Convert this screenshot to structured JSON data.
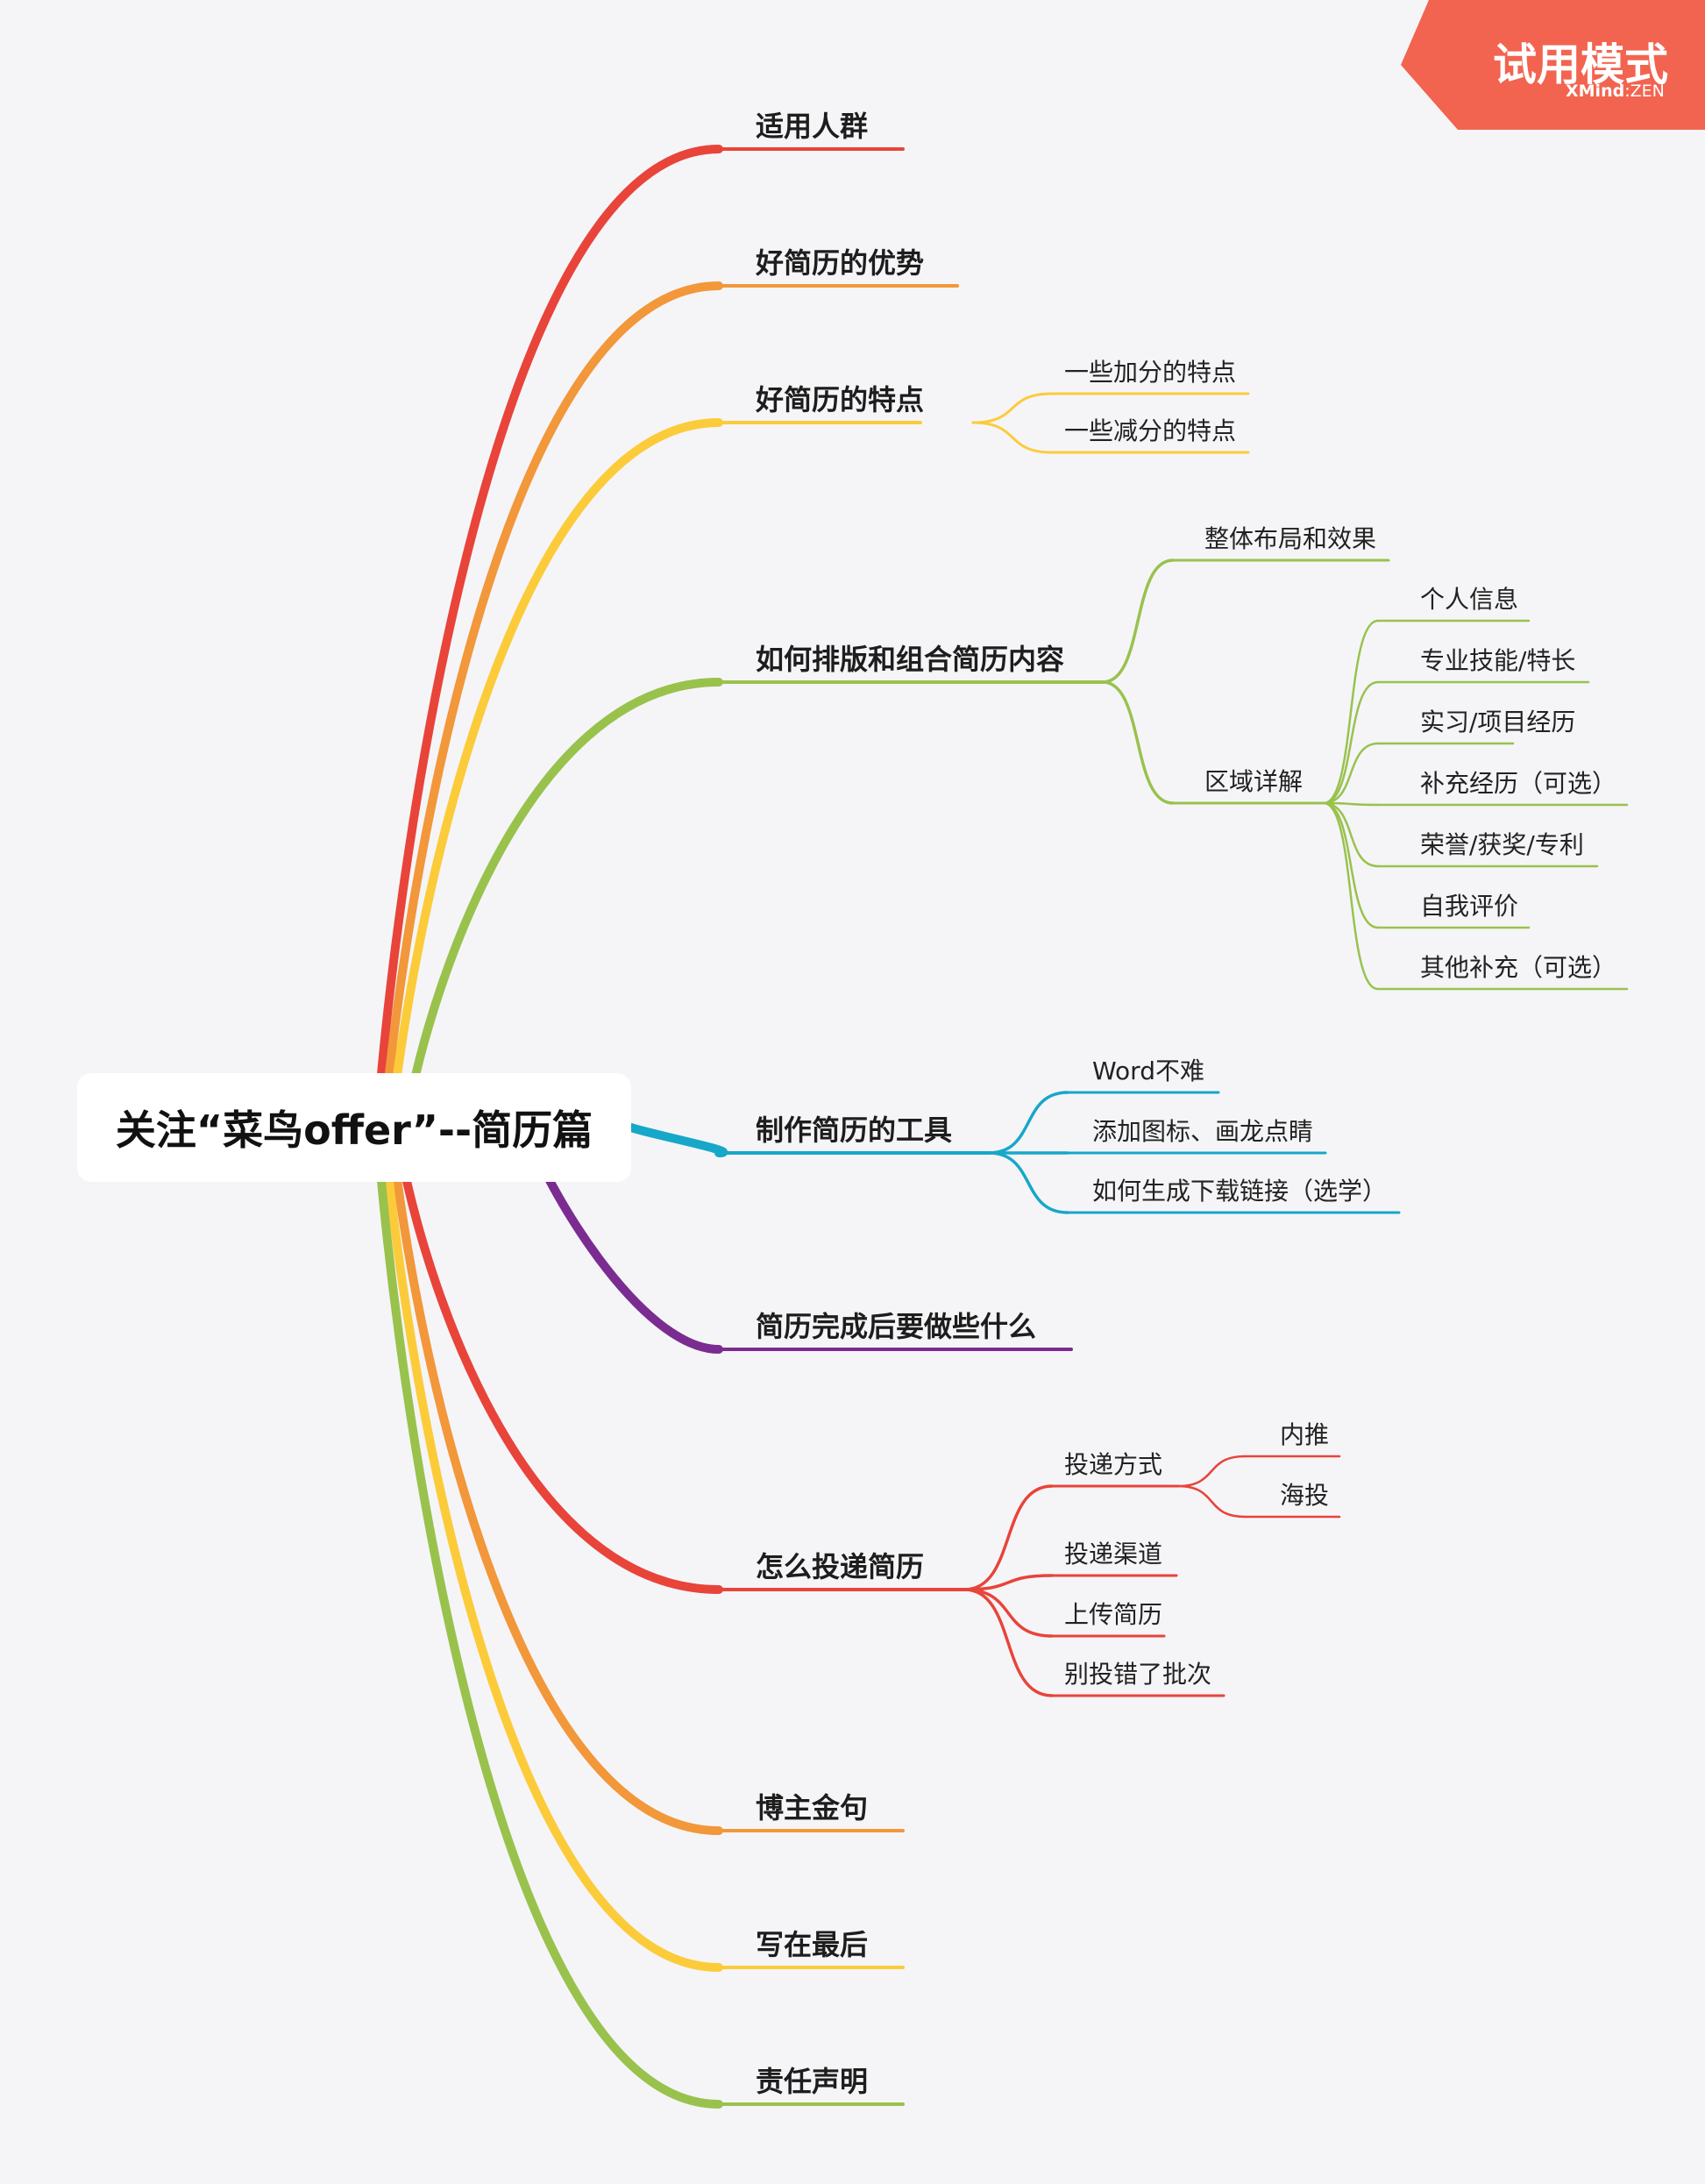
{
  "root": "关注“菜鸟offer”--简历篇",
  "badge": {
    "title": "试用模式",
    "brand_bold": "XMind",
    "brand_sep": ":",
    "brand_light": "ZEN",
    "color": "#f26450"
  },
  "colors": {
    "red": "#e8443a",
    "orange": "#f2973a",
    "yellow": "#fccb3a",
    "green": "#99c24d",
    "blue": "#17a7c9",
    "purple": "#7b2c90"
  },
  "branches": [
    {
      "id": "b1",
      "label": "适用人群",
      "color": "red",
      "children": []
    },
    {
      "id": "b2",
      "label": "好简历的优势",
      "color": "orange",
      "children": []
    },
    {
      "id": "b3",
      "label": "好简历的特点",
      "color": "yellow",
      "children": [
        {
          "label": "一些加分的特点"
        },
        {
          "label": "一些减分的特点"
        }
      ]
    },
    {
      "id": "b4",
      "label": "如何排版和组合简历内容",
      "color": "green",
      "children": [
        {
          "label": "整体布局和效果"
        },
        {
          "label": "区域详解",
          "children": [
            {
              "label": "个人信息"
            },
            {
              "label": "专业技能/特长"
            },
            {
              "label": "实习/项目经历"
            },
            {
              "label": "补充经历（可选）"
            },
            {
              "label": "荣誉/获奖/专利"
            },
            {
              "label": "自我评价"
            },
            {
              "label": "其他补充（可选）"
            }
          ]
        }
      ]
    },
    {
      "id": "b5",
      "label": "制作简历的工具",
      "color": "blue",
      "children": [
        {
          "label": "Word不难"
        },
        {
          "label": "添加图标、画龙点睛"
        },
        {
          "label": "如何生成下载链接（选学）"
        }
      ]
    },
    {
      "id": "b6",
      "label": "简历完成后要做些什么",
      "color": "purple",
      "children": []
    },
    {
      "id": "b7",
      "label": "怎么投递简历",
      "color": "red",
      "children": [
        {
          "label": "投递方式",
          "children": [
            {
              "label": "内推"
            },
            {
              "label": "海投"
            }
          ]
        },
        {
          "label": "投递渠道"
        },
        {
          "label": "上传简历"
        },
        {
          "label": "别投错了批次"
        }
      ]
    },
    {
      "id": "b8",
      "label": "博主金句",
      "color": "orange",
      "children": []
    },
    {
      "id": "b9",
      "label": "写在最后",
      "color": "yellow",
      "children": []
    },
    {
      "id": "b10",
      "label": "责任声明",
      "color": "green",
      "children": []
    }
  ]
}
